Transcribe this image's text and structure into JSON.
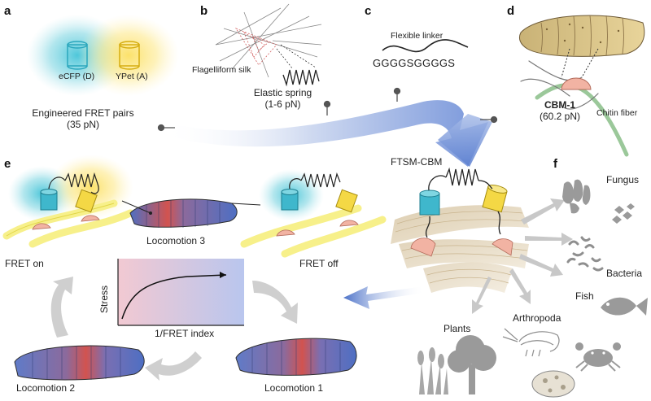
{
  "panels": {
    "a": "a",
    "b": "b",
    "c": "c",
    "d": "d",
    "e": "e",
    "f": "f"
  },
  "panel_a": {
    "donor_label": "eCFP (D)",
    "acceptor_label": "YPet (A)",
    "title": "Engineered FRET pairs",
    "force": "(35 pN)"
  },
  "panel_b": {
    "silk_label": "Flagelliform silk",
    "spring_label": "Elastic spring",
    "spring_force": "(1-6 pN)"
  },
  "panel_c": {
    "linker_label": "Flexible linker",
    "sequence": "GGGGSGGGGS"
  },
  "panel_d": {
    "cbm_label": "CBM-1",
    "cbm_force": "(60.2 pN)",
    "fiber_label": "Chitin fiber"
  },
  "center": {
    "construct_label": "FTSM-CBM"
  },
  "panel_e": {
    "fret_on": "FRET on",
    "fret_off": "FRET off",
    "locomotion_1": "Locomotion 1",
    "locomotion_2": "Locomotion 2",
    "locomotion_3": "Locomotion 3",
    "plot_ylabel": "Stress",
    "plot_xlabel": "1/FRET index"
  },
  "panel_f": {
    "fungus": "Fungus",
    "bacteria": "Bacteria",
    "fish": "Fish",
    "arthropoda": "Arthropoda",
    "plants": "Plants"
  },
  "colors": {
    "ecfp_cyan": "#3fb7cc",
    "ypet_yellow": "#f4d845",
    "cbm_pink": "#f2b3a3",
    "arrow_blue": "#5b7fd0",
    "organism_grey": "#9a9a9a"
  }
}
